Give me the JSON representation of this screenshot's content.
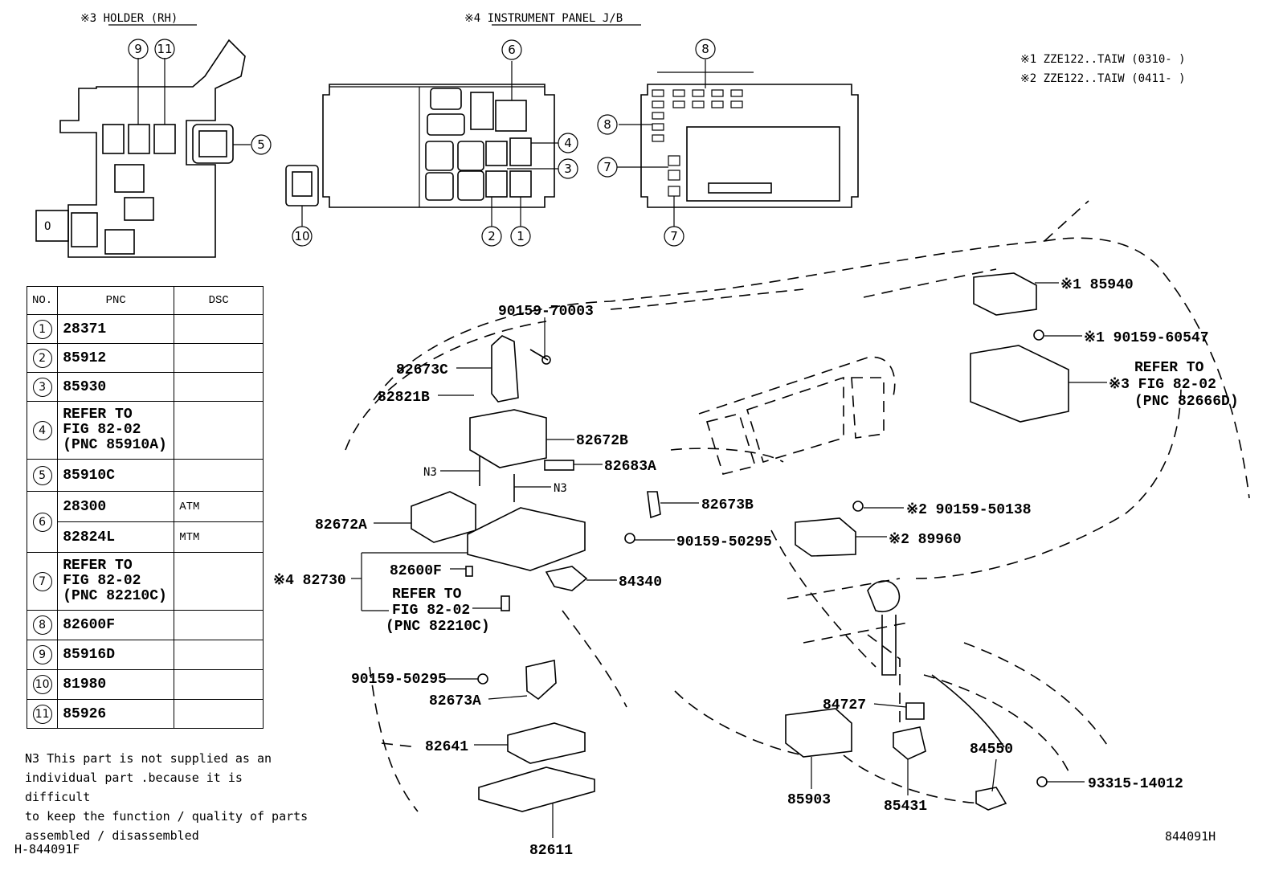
{
  "headers": {
    "holder": "※3 HOLDER (RH)",
    "jb": "※4 INSTRUMENT PANEL J/B"
  },
  "notes": {
    "n1": "※1  ZZE122..TAIW (0310-     )",
    "n2": "※2  ZZE122..TAIW (0411-     )"
  },
  "table": {
    "col_no": "NO.",
    "col_pnc": "PNC",
    "col_dsc": "DSC",
    "rows": [
      {
        "no": "1",
        "pnc": "28371",
        "dsc": ""
      },
      {
        "no": "2",
        "pnc": "85912",
        "dsc": ""
      },
      {
        "no": "3",
        "pnc": "85930",
        "dsc": ""
      },
      {
        "no": "4",
        "pnc1": "REFER TO",
        "pnc2": "FIG 82-02",
        "pnc3": "(PNC 85910A)",
        "dsc": ""
      },
      {
        "no": "5",
        "pnc": "85910C",
        "dsc": ""
      },
      {
        "no": "6",
        "pnc_a": "28300",
        "dsc_a": "ATM",
        "pnc_b": "82824L",
        "dsc_b": "MTM"
      },
      {
        "no": "7",
        "pnc1": "REFER TO",
        "pnc2": "FIG 82-02",
        "pnc3": "(PNC 82210C)",
        "dsc": ""
      },
      {
        "no": "8",
        "pnc": "82600F",
        "dsc": ""
      },
      {
        "no": "9",
        "pnc": "85916D",
        "dsc": ""
      },
      {
        "no": "10",
        "pnc": "81980",
        "dsc": ""
      },
      {
        "no": "11",
        "pnc": "85926",
        "dsc": ""
      }
    ]
  },
  "footnote": "N3 This part is not supplied as an\nindividual part .because it is difficult\nto keep the function / quality of parts\nassembled / disassembled",
  "diagram_ref_left": "H-844091F",
  "diagram_ref_right": "844091H",
  "callouts": {
    "c1": "1",
    "c2": "2",
    "c3": "3",
    "c4": "4",
    "c5": "5",
    "c6": "6",
    "c7": "7",
    "c8": "8",
    "c9": "9",
    "c10": "10",
    "c11": "11"
  },
  "parts": {
    "p90159_70003": "90159-70003",
    "p82673C": "82673C",
    "p82821B": "82821B",
    "p82672B": "82672B",
    "p82683A": "82683A",
    "pN3a": "N3",
    "pN3b": "N3",
    "p82672A": "82672A",
    "p82673B": "82673B",
    "p90159_50295a": "90159-50295",
    "p82730": "※4 82730",
    "p82600F": "82600F",
    "pRefer1": "REFER TO",
    "pRefer2": "FIG 82-02",
    "pRefer3": "(PNC 82210C)",
    "p84340": "84340",
    "p90159_50295b": "90159-50295",
    "p82673A": "82673A",
    "p82641": "82641",
    "p82611": "82611",
    "p85940": "※1 85940",
    "p90159_60547": "※1 90159-60547",
    "pReferR1": "REFER TO",
    "pReferR2": "※3 FIG 82-02",
    "pReferR3": "(PNC 82666D)",
    "p90159_50138": "※2 90159-50138",
    "p89960": "※2 89960",
    "p84727": "84727",
    "p85903": "85903",
    "p85431": "85431",
    "p84550": "84550",
    "p93315_14012": "93315-14012"
  }
}
